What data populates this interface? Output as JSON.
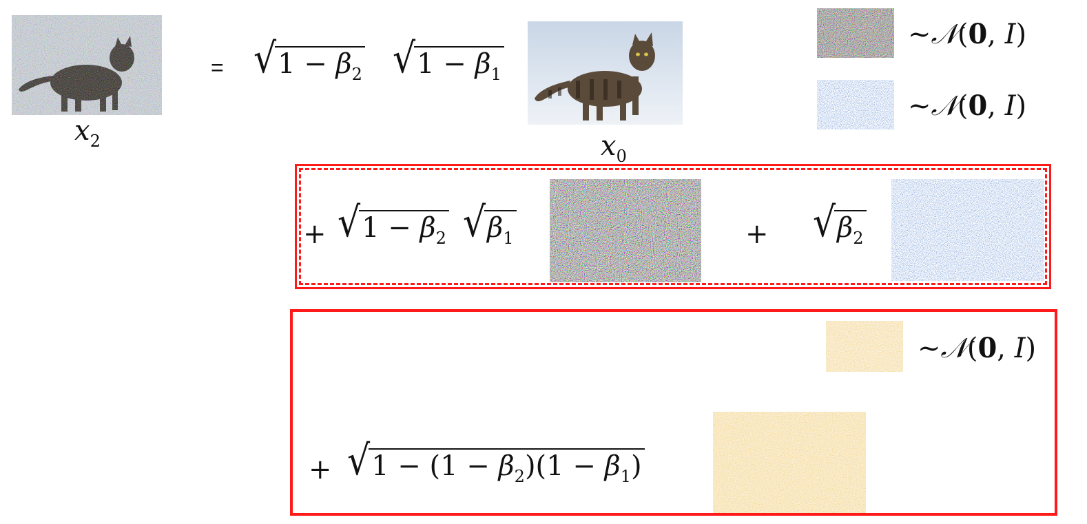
{
  "labels": {
    "x2": "x",
    "x2_sub": "2",
    "x0": "x",
    "x0_sub": "0",
    "equals": "="
  },
  "terms": {
    "one_minus": "1 −",
    "beta": "β",
    "sub1": "1",
    "sub2": "2",
    "plus": "+",
    "paren_expr_a": "1 − (1 −",
    "paren_expr_b": ")(1 −",
    "paren_close": ")"
  },
  "distribution": {
    "tilde": "~",
    "N": "𝒩",
    "open": "(",
    "zero": "𝟎",
    "comma": ",",
    "I": "I",
    "close": ")"
  },
  "colors": {
    "frame": "#ff1a1a",
    "noise_colored": "multicolor",
    "noise_blue": "#3c63b8",
    "noise_gold": "#e2a63c"
  },
  "icons": {
    "cat_noisy": "noisy-cat-image",
    "cat_clean": "clean-cat-image",
    "noise_rgb": "rgb-noise-image",
    "noise_blue": "blue-noise-image",
    "noise_gold": "gold-noise-image"
  }
}
